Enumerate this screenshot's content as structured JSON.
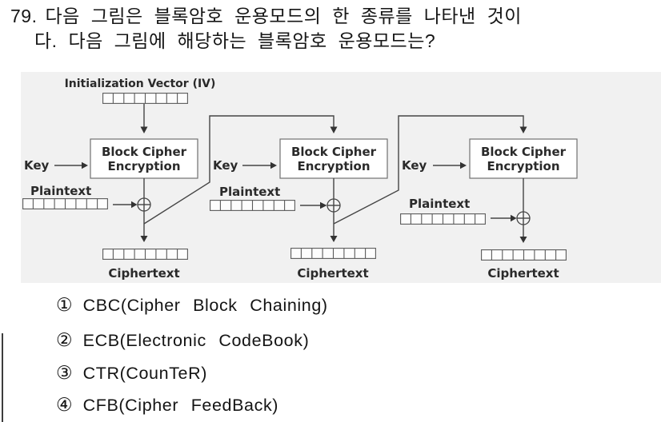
{
  "question": {
    "number": "79.",
    "line1": "다음 그림은 블록암호 운용모드의 한 종류를 나타낸 것이",
    "line2": "다. 다음 그림에 해당하는 블록암호 운용모드는?"
  },
  "diagram": {
    "iv_label": "Initialization Vector (IV)",
    "key_label": "Key",
    "plaintext_label": "Plaintext",
    "ciphertext_label": "Ciphertext",
    "box_line1": "Block Cipher",
    "box_line2": "Encryption",
    "stages": 3,
    "cells_per_block": 8
  },
  "options": [
    {
      "marker": "①",
      "label": "CBC(Cipher Block Chaining)"
    },
    {
      "marker": "②",
      "label": "ECB(Electronic CodeBook)"
    },
    {
      "marker": "③",
      "label": "CTR(CounTeR)"
    },
    {
      "marker": "④",
      "label": "CFB(Cipher FeedBack)"
    }
  ],
  "colors": {
    "page_bg": "#ffffff",
    "figure_bg": "#f1f1f1",
    "line": "#454545",
    "text": "#161616"
  }
}
